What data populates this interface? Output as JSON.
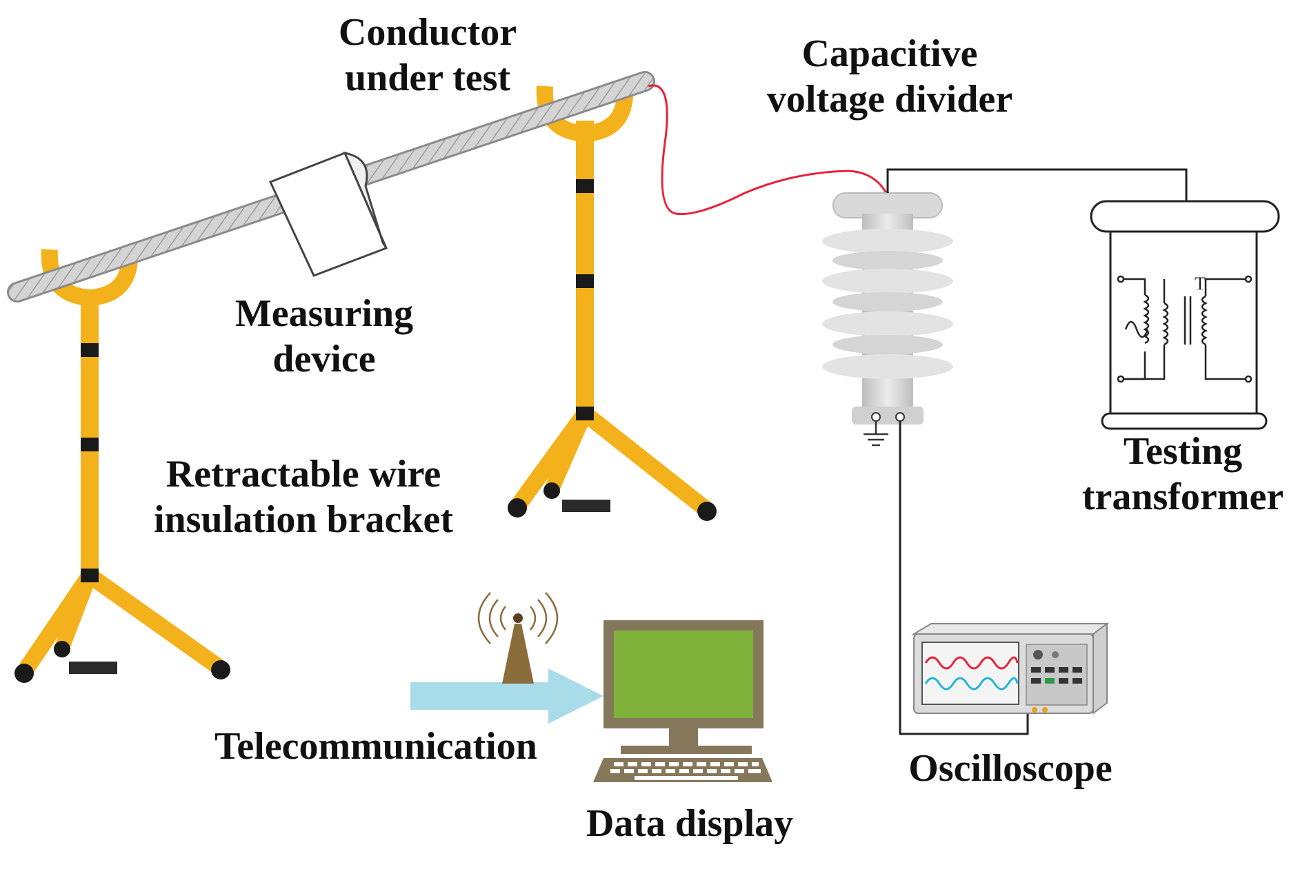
{
  "labels": {
    "conductor": [
      "Conductor",
      "under test"
    ],
    "capacitive": [
      "Capacitive",
      "voltage divider"
    ],
    "measuring": [
      "Measuring",
      "device"
    ],
    "bracket": [
      "Retractable wire",
      "insulation bracket"
    ],
    "testing": [
      "Testing",
      "transformer"
    ],
    "telecom": "Telecommunication",
    "oscilloscope": "Oscilloscope",
    "data_display": "Data display",
    "transformer_symbol": "T"
  },
  "colors": {
    "bracket": "#F3B21B",
    "bracket_band": "#1a1a1a",
    "wire_red": "#e8223a",
    "conductor": "#c9c9c9",
    "insulator": "#cfcfcf",
    "monitor_screen": "#7fb23a",
    "device_olive": "#85785a",
    "arrow": "#a8dce8",
    "antenna": "#8a6d3b",
    "wave_red": "#e8223a",
    "wave_cyan": "#22b5d8"
  },
  "icons": [
    "ground-icon",
    "antenna-icon",
    "wifi-waves-icon",
    "sine-source-icon",
    "transformer-coil-icon"
  ]
}
